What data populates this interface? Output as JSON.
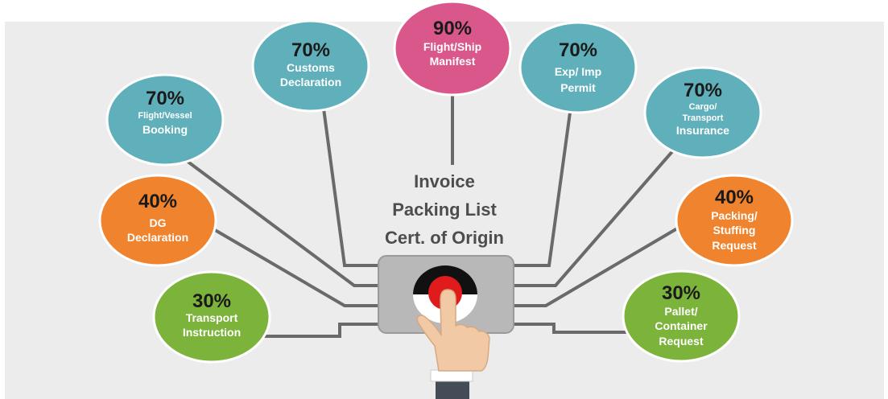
{
  "center": {
    "line1": "Invoice",
    "line2": "Packing List",
    "line3": "Cert. of Origin"
  },
  "colors": {
    "teal": "#5fb0ba",
    "pink": "#d9578a",
    "orange": "#f0832e",
    "green": "#7cb33a",
    "line": "#6a6a6a",
    "background": "#ececec"
  },
  "nodes": [
    {
      "id": "flight-vessel-booking",
      "percent": "70%",
      "lines": [
        "Flight/Vessel",
        "Booking"
      ],
      "color": "teal"
    },
    {
      "id": "customs-declaration",
      "percent": "70%",
      "lines": [
        "Customs",
        "Declaration"
      ],
      "color": "teal"
    },
    {
      "id": "flight-ship-manifest",
      "percent": "90%",
      "lines": [
        "Flight/Ship",
        "Manifest"
      ],
      "color": "pink"
    },
    {
      "id": "exp-imp-permit",
      "percent": "70%",
      "lines": [
        "Exp/ Imp",
        "Permit"
      ],
      "color": "teal"
    },
    {
      "id": "cargo-transport-insurance",
      "percent": "70%",
      "lines": [
        "Cargo/",
        "Transport",
        "Insurance"
      ],
      "color": "teal"
    },
    {
      "id": "dg-declaration",
      "percent": "40%",
      "lines": [
        "DG",
        "Declaration"
      ],
      "color": "orange"
    },
    {
      "id": "transport-instruction",
      "percent": "30%",
      "lines": [
        "Transport",
        "Instruction"
      ],
      "color": "green"
    },
    {
      "id": "packing-stuffing-request",
      "percent": "40%",
      "lines": [
        "Packing/",
        "Stuffing",
        "Request"
      ],
      "color": "orange"
    },
    {
      "id": "pallet-container-request",
      "percent": "30%",
      "lines": [
        "Pallet/",
        "Container",
        "Request"
      ],
      "color": "green"
    }
  ]
}
